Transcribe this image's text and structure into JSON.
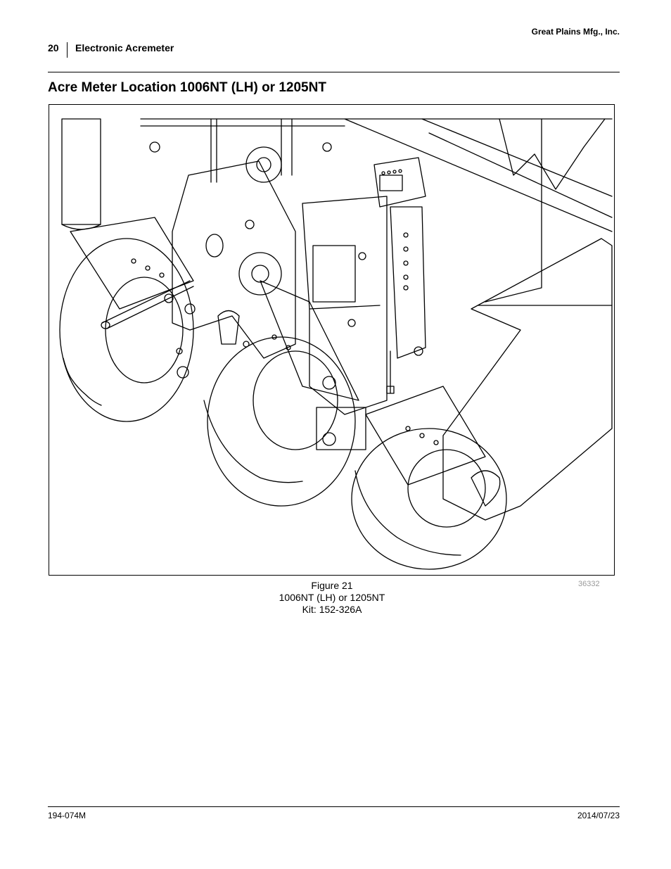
{
  "header": {
    "company": "Great Plains Mfg., Inc.",
    "page_number": "20",
    "section": "Electronic Acremeter"
  },
  "main": {
    "title": "Acre Meter Location 1006NT (LH) or 1205NT"
  },
  "figure": {
    "label": "Figure 21",
    "caption_line_1": "1006NT (LH) or 1205NT",
    "caption_line_2": "Kit: 152-326A",
    "figure_id": "36332"
  },
  "footer": {
    "doc_number": "194-074M",
    "date": "2014/07/23"
  }
}
